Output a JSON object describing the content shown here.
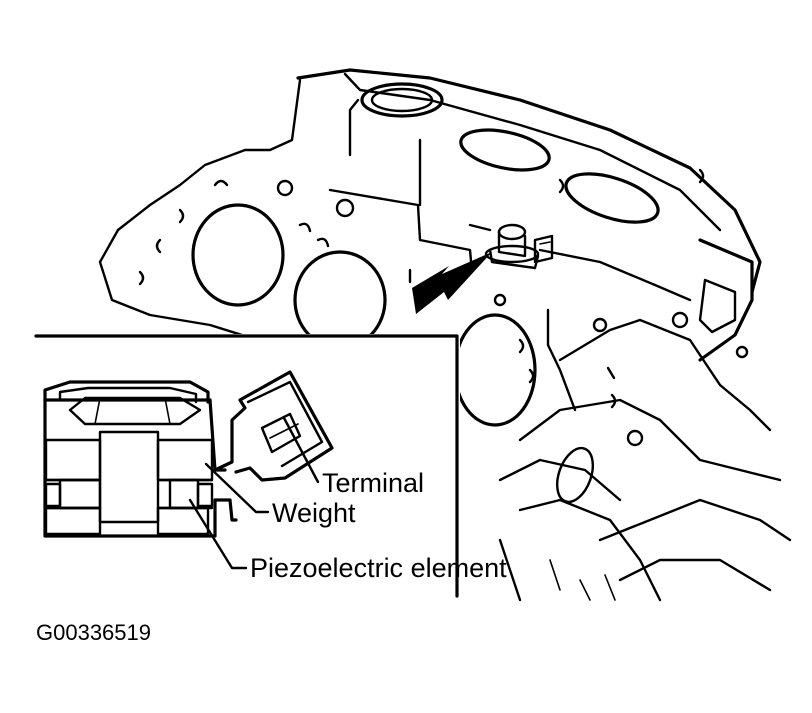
{
  "labels": {
    "terminal": "Terminal",
    "weight": "Weight",
    "piezo": "Piezoelectric element"
  },
  "figure_id": "G00336519",
  "colors": {
    "ink": "#000000",
    "paper": "#ffffff"
  }
}
